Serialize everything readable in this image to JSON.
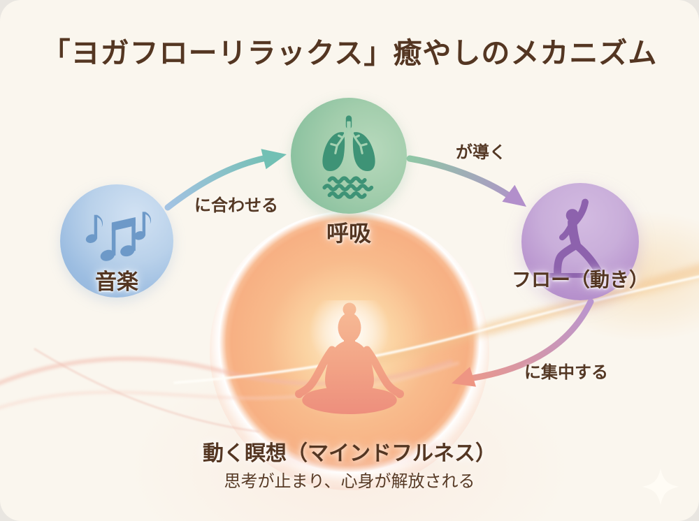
{
  "title": "「ヨガフローリラックス」癒やしのメカニズム",
  "nodes": [
    {
      "id": "music",
      "label": "音楽",
      "icon": "music-notes-icon",
      "color": "#a9c6e4",
      "icon_color": "#6d99c8"
    },
    {
      "id": "breath",
      "label": "呼吸",
      "icon": "lungs-icon",
      "color": "#93c7a5",
      "icon_color": "#3e9376"
    },
    {
      "id": "flow",
      "label": "フロー（動き）",
      "icon": "yoga-pose-icon",
      "color": "#bb9ad0",
      "icon_color": "#8d62ad"
    }
  ],
  "arrows": [
    {
      "from": "music",
      "to": "breath",
      "label": "に合わせる",
      "colors": [
        "#a3c3e3",
        "#6fbfae"
      ]
    },
    {
      "from": "breath",
      "to": "flow",
      "label": "が導く",
      "colors": [
        "#8fc7a5",
        "#b28fcb"
      ]
    },
    {
      "from": "flow",
      "to": "meditation",
      "label": "に集中する",
      "colors": [
        "#b995cf",
        "#ef9884"
      ]
    }
  ],
  "center": {
    "id": "meditation",
    "label": "動く瞑想（マインドフルネス）",
    "caption": "思考が止まり、心身が解放される",
    "icon": "meditation-icon",
    "glow_color": "#f7b083",
    "figure_color": "#f09c82"
  },
  "decorations": {
    "sparkle_icon": "sparkle-icon",
    "wave_colors": [
      "#f2b9ab",
      "#f2c48f",
      "#ffffff"
    ]
  },
  "colors": {
    "page_background": "#e9e6e1",
    "card_background": "#faf6ee",
    "title_text": "#543622",
    "label_text": "#543622"
  }
}
